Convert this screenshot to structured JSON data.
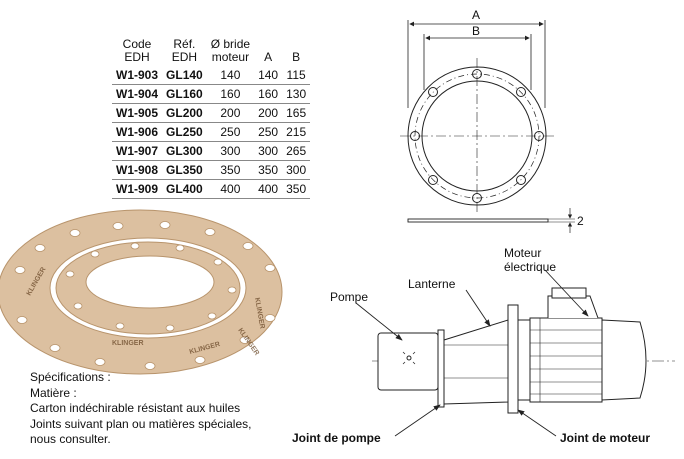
{
  "table": {
    "headers": [
      {
        "line1": "Code",
        "line2": "EDH"
      },
      {
        "line1": "Réf.",
        "line2": "EDH"
      },
      {
        "line1": "Ø bride",
        "line2": "moteur"
      },
      {
        "line1": "",
        "line2": "A"
      },
      {
        "line1": "",
        "line2": "B"
      }
    ],
    "rows": [
      {
        "code": "W1-903",
        "ref": "GL140",
        "bride": "140",
        "a": "140",
        "b": "115"
      },
      {
        "code": "W1-904",
        "ref": "GL160",
        "bride": "160",
        "a": "160",
        "b": "130"
      },
      {
        "code": "W1-905",
        "ref": "GL200",
        "bride": "200",
        "a": "200",
        "b": "165"
      },
      {
        "code": "W1-906",
        "ref": "GL250",
        "bride": "250",
        "a": "250",
        "b": "215"
      },
      {
        "code": "W1-907",
        "ref": "GL300",
        "bride": "300",
        "a": "300",
        "b": "265"
      },
      {
        "code": "W1-908",
        "ref": "GL350",
        "bride": "350",
        "a": "350",
        "b": "300"
      },
      {
        "code": "W1-909",
        "ref": "GL400",
        "bride": "400",
        "a": "400",
        "b": "350"
      }
    ]
  },
  "drawing": {
    "dim_a": "A",
    "dim_b": "B",
    "thickness": "2"
  },
  "labels": {
    "moteur_line1": "Moteur",
    "moteur_line2": "électrique",
    "lanterne": "Lanterne",
    "pompe": "Pompe",
    "joint_pompe": "Joint de pompe",
    "joint_moteur": "Joint de moteur"
  },
  "gasket_print": "KLINGER",
  "specs": {
    "line1": "Spécifications :",
    "line2": "Matière :",
    "line3": "Carton indéchirable résistant aux huiles",
    "line4": "Joints suivant plan ou matières spéciales,",
    "line5": "nous consulter."
  },
  "colors": {
    "gasket": "#dcc0a0",
    "gasket_dark": "#b8946c",
    "line": "#222222"
  }
}
